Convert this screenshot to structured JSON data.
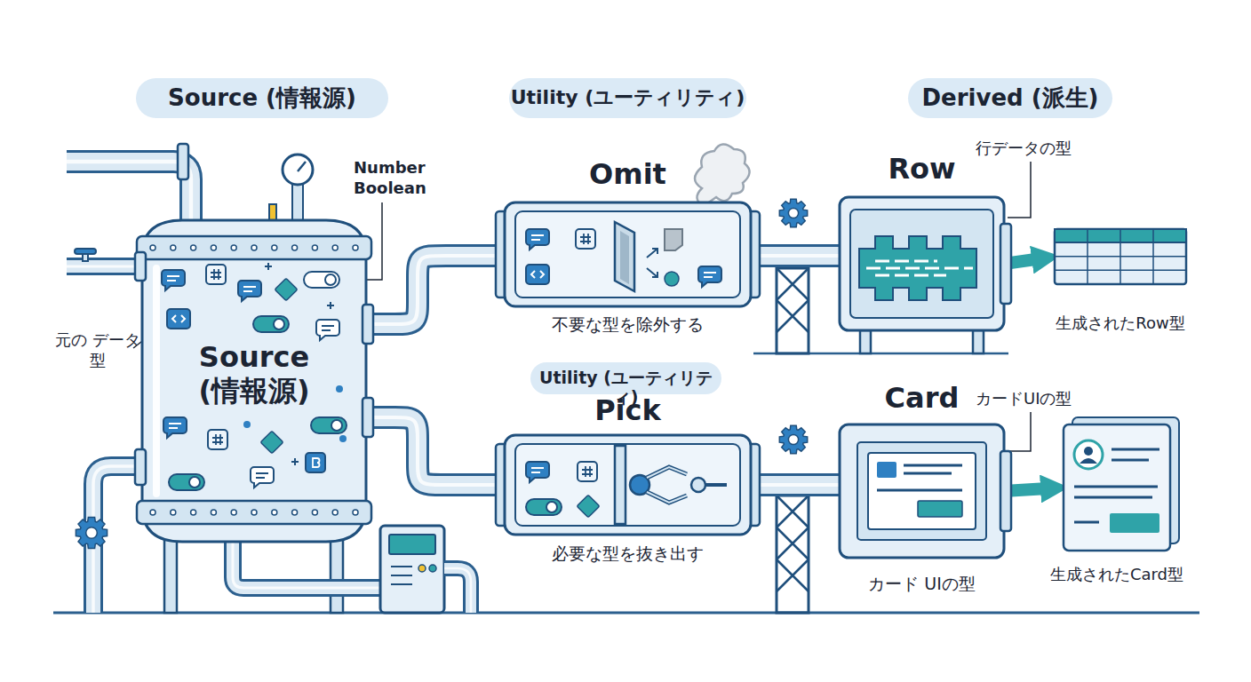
{
  "diagram": {
    "nodes": [
      {
        "text": [
          "Source (情報源)"
        ]
      },
      {
        "text": [
          "Utility (ユーティリティ)"
        ]
      },
      {
        "text": [
          "Derived (派生)"
        ]
      },
      {
        "text": [
          "Source (情報源)"
        ]
      },
      {
        "text": [
          "Omit",
          "不要な型を除外する"
        ]
      },
      {
        "text": [
          "Row"
        ]
      },
      {
        "text": [
          "生成されたRow型"
        ]
      },
      {
        "text": [
          "Utility (ユーティリティ)"
        ]
      },
      {
        "text": [
          "Pick",
          "必要な型を抜き出す"
        ]
      },
      {
        "text": [
          "Card",
          "カード UIの型"
        ]
      },
      {
        "text": [
          "生成されたCard型"
        ]
      }
    ],
    "edges": [
      {
        "from": 3,
        "to": 4,
        "arrow": "none"
      },
      {
        "from": 4,
        "to": 5,
        "arrow": "none"
      },
      {
        "from": 5,
        "to": 6,
        "arrow": "to"
      },
      {
        "from": 3,
        "to": 8,
        "arrow": "none"
      },
      {
        "from": 8,
        "to": 9,
        "arrow": "none"
      },
      {
        "from": 9,
        "to": 10,
        "arrow": "to"
      }
    ],
    "labels": [
      "Number Boolean",
      "元の データ型",
      "行データの型",
      "カードUIの型"
    ]
  }
}
